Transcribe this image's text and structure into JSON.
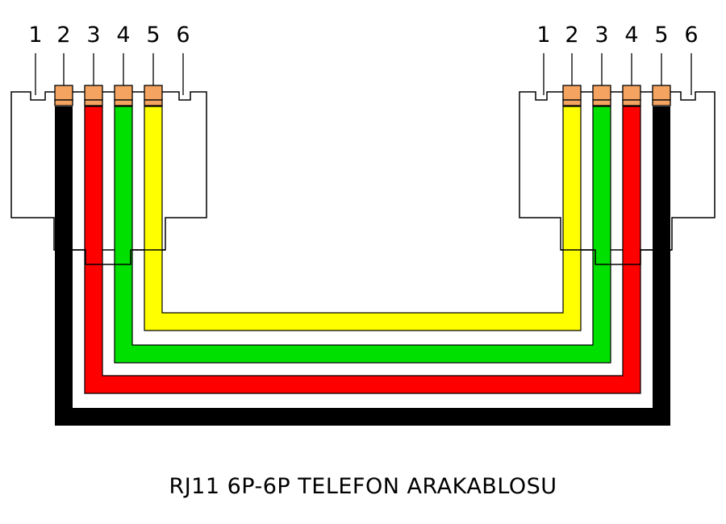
{
  "title": "RJ11 6P-6P TELEFON ARAKABLOSU",
  "left_connector": {
    "pin_labels": [
      "1",
      "2",
      "3",
      "4",
      "5",
      "6"
    ]
  },
  "right_connector": {
    "pin_labels": [
      "1",
      "2",
      "3",
      "4",
      "5",
      "6"
    ]
  },
  "wires": [
    {
      "name": "black",
      "color": "#000000",
      "left_pin": 2,
      "right_pin": 5
    },
    {
      "name": "red",
      "color": "#ff0000",
      "left_pin": 3,
      "right_pin": 4
    },
    {
      "name": "green",
      "color": "#00e000",
      "left_pin": 4,
      "right_pin": 3
    },
    {
      "name": "yellow",
      "color": "#ffff00",
      "left_pin": 5,
      "right_pin": 2
    }
  ],
  "colors": {
    "contact": "#f4a460",
    "outline": "#000000"
  }
}
